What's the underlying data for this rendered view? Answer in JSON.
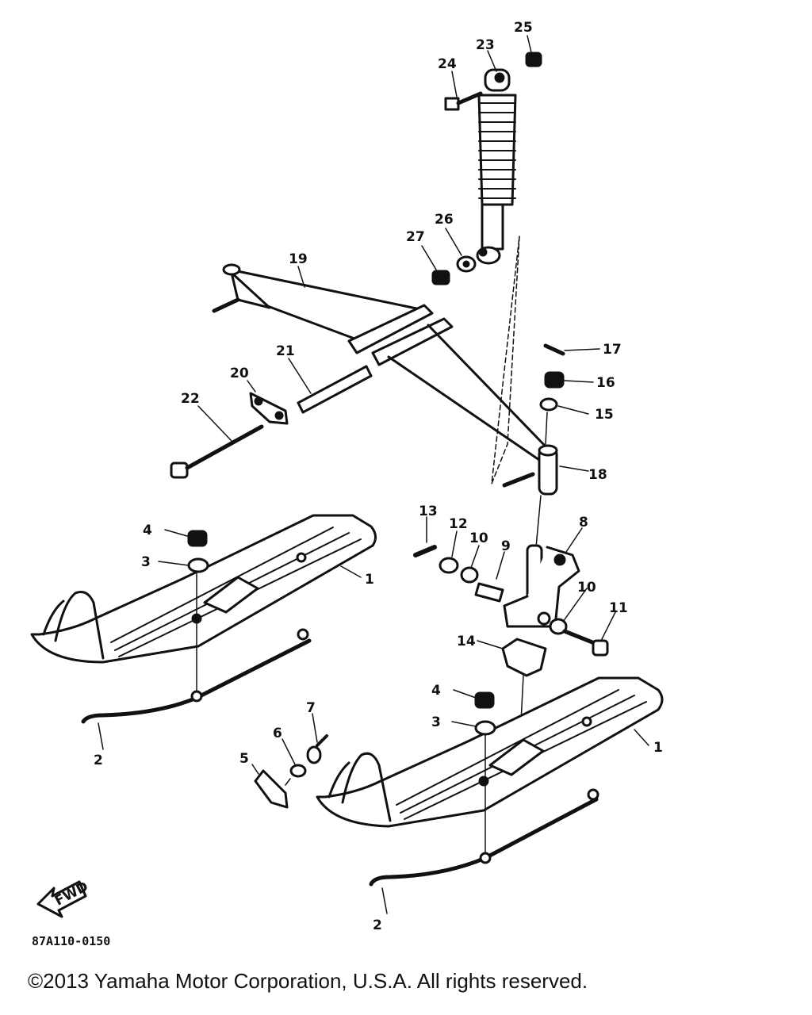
{
  "diagram": {
    "part_numbers": {
      "p1a": "1",
      "p1b": "1",
      "p2a": "2",
      "p2b": "2",
      "p3a": "3",
      "p3b": "3",
      "p4a": "4",
      "p4b": "4",
      "p5": "5",
      "p6": "6",
      "p7": "7",
      "p8": "8",
      "p9": "9",
      "p10a": "10",
      "p10b": "10",
      "p11": "11",
      "p12": "12",
      "p13": "13",
      "p14": "14",
      "p15": "15",
      "p16": "16",
      "p17": "17",
      "p18": "18",
      "p19": "19",
      "p20": "20",
      "p21": "21",
      "p22": "22",
      "p23": "23",
      "p24": "24",
      "p25": "25",
      "p26": "26",
      "p27": "27"
    },
    "fwd_label": "FWD",
    "drawing_code": "87A110-0150"
  },
  "copyright": "©2013 Yamaha Motor Corporation, U.S.A. All rights reserved."
}
